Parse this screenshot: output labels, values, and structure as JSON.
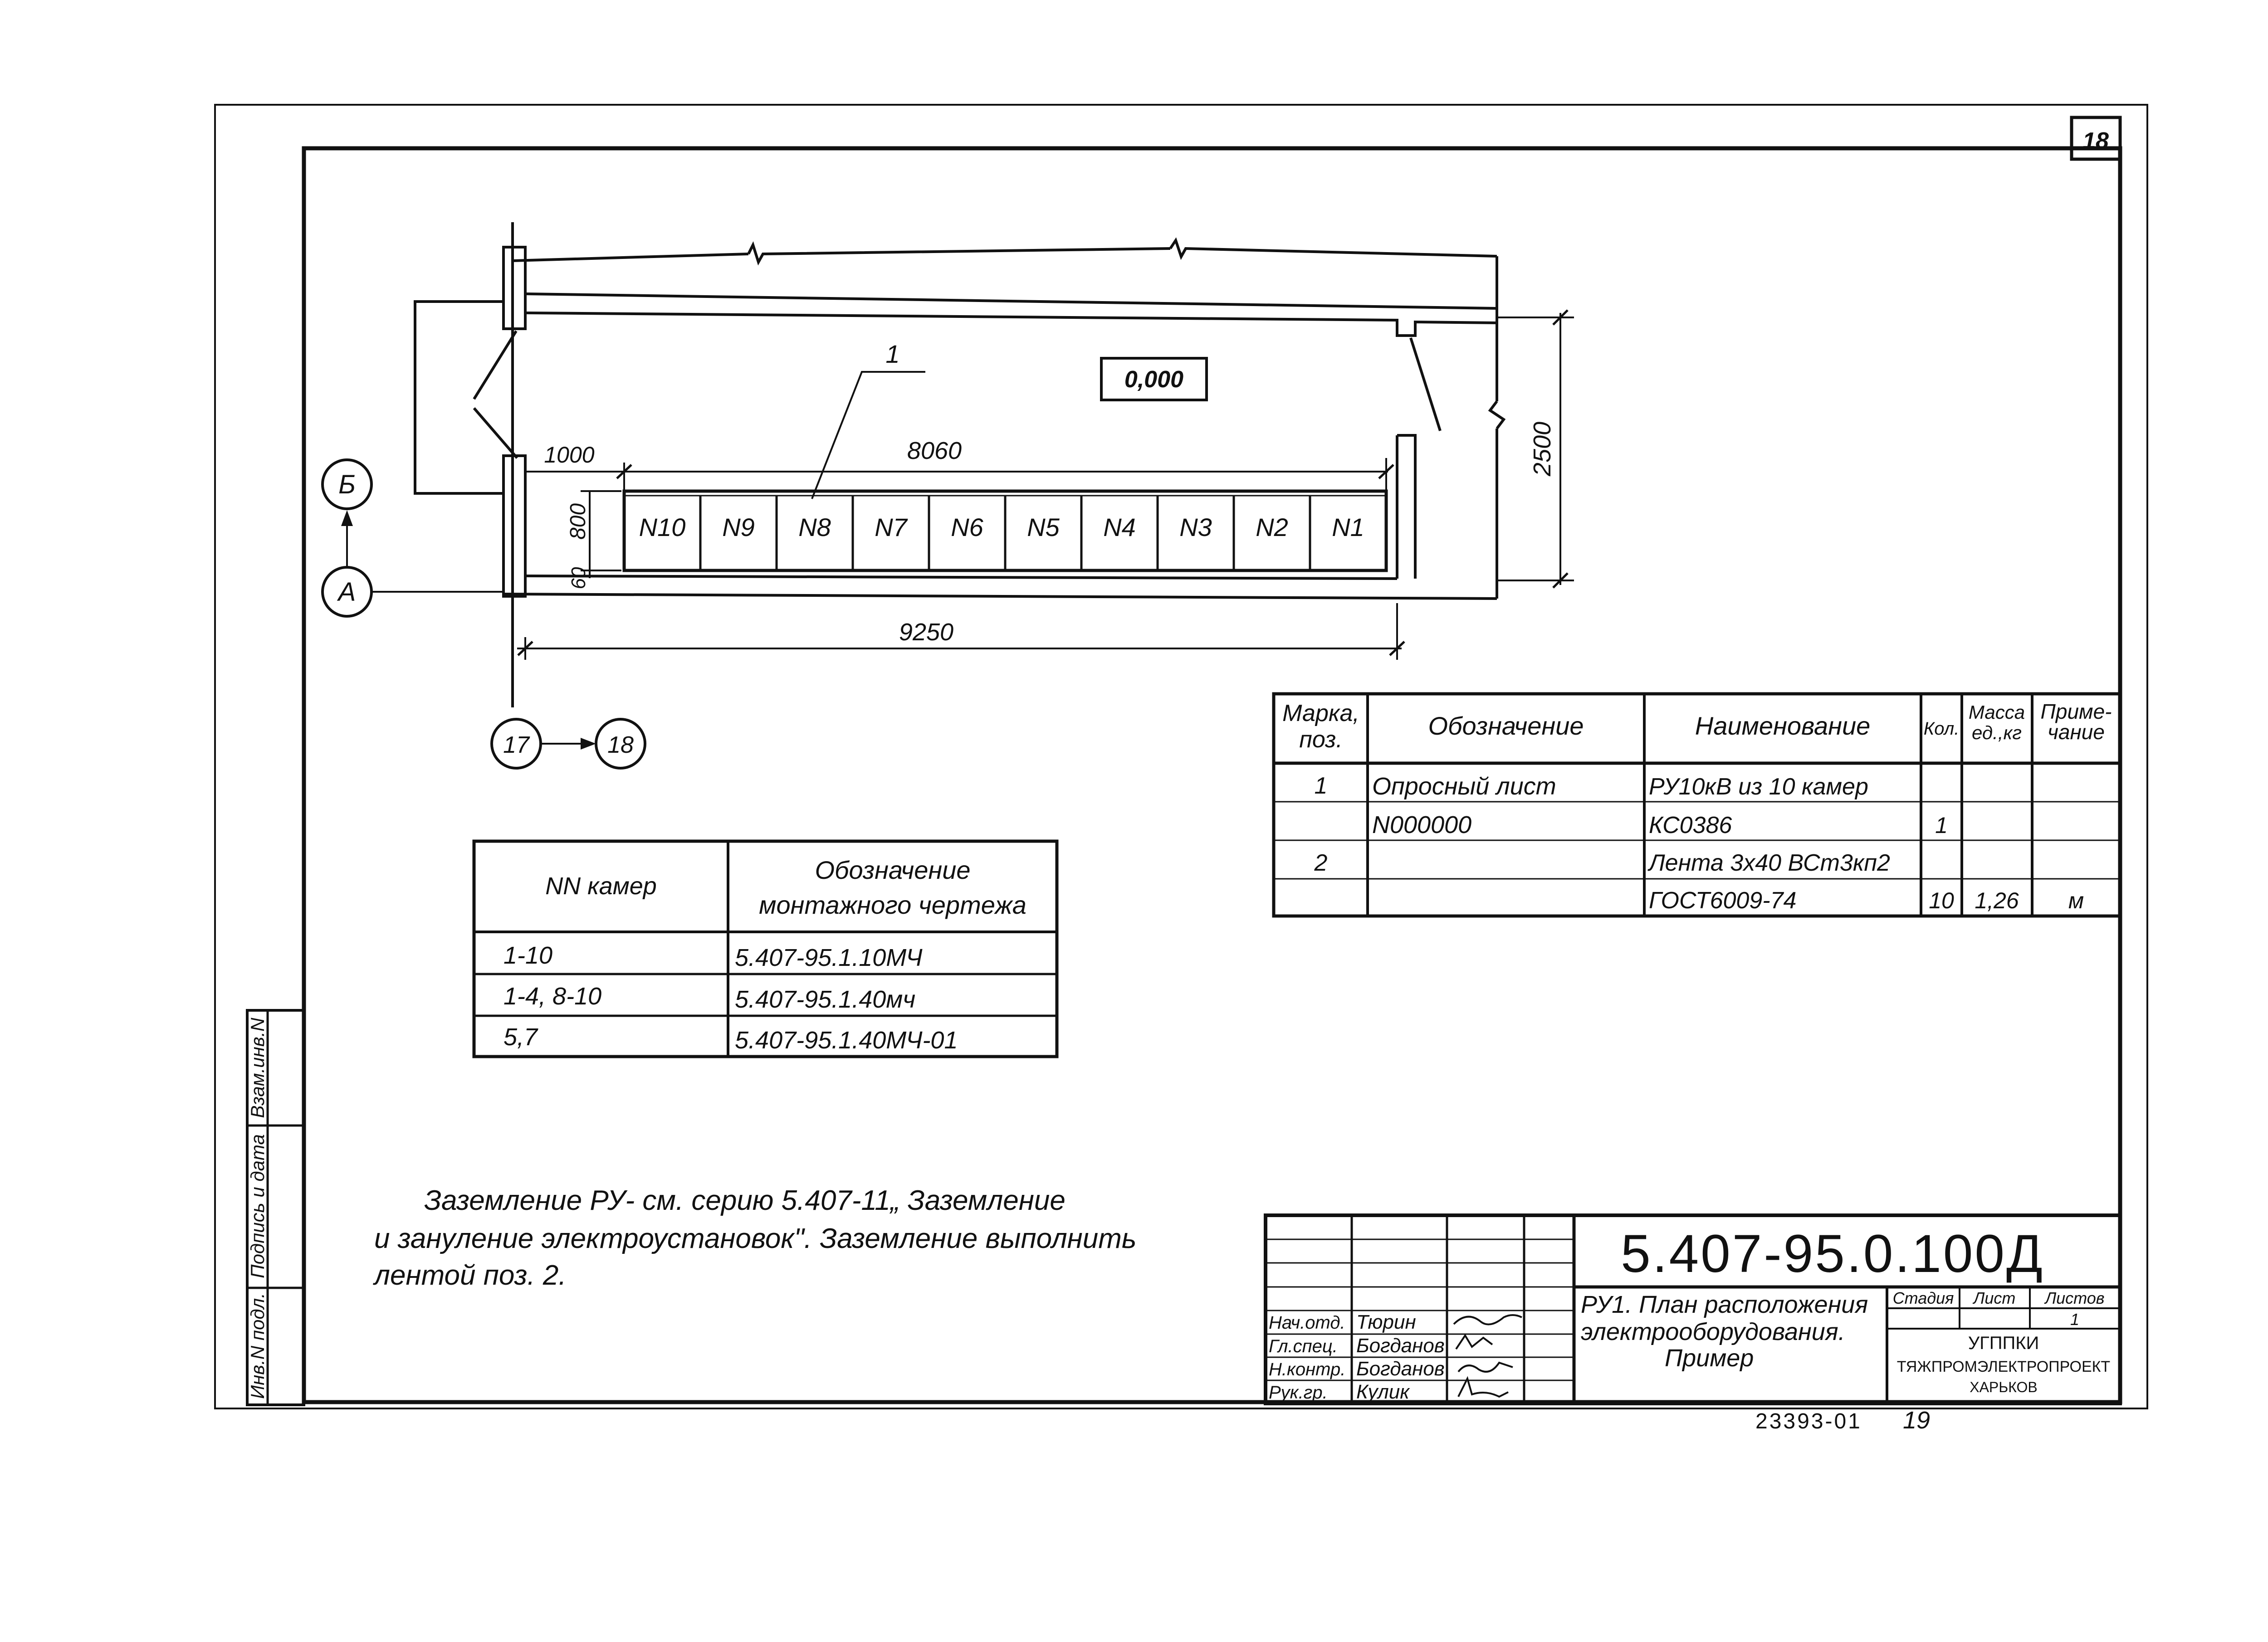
{
  "sheet_number": "18",
  "plan": {
    "elevation_mark": "0,000",
    "position_label": "1",
    "dims": {
      "left_offset": "1000",
      "cells_length": "8060",
      "cell_depth": "800",
      "gap": "60",
      "room_width": "2500",
      "total_length": "9250"
    },
    "cells": [
      "N10",
      "N9",
      "N8",
      "N7",
      "N6",
      "N5",
      "N4",
      "N3",
      "N2",
      "N1"
    ],
    "axes": {
      "b": "Б",
      "a": "А",
      "ax17": "17",
      "ax18": "18"
    }
  },
  "chambers_table": {
    "header_col1": "NN камер",
    "header_col2_line1": "Обозначение",
    "header_col2_line2": "монтажного чертежа",
    "rows": [
      {
        "chambers": "1-10",
        "drawing": "5.407-95.1.10МЧ"
      },
      {
        "chambers": "1-4, 8-10",
        "drawing": "5.407-95.1.40мч"
      },
      {
        "chambers": "5,7",
        "drawing": "5.407-95.1.40МЧ-01"
      }
    ]
  },
  "spec_table": {
    "headers": {
      "mark_l1": "Марка,",
      "mark_l2": "поз.",
      "designation": "Обозначение",
      "name": "Наименование",
      "qty": "Кол.",
      "mass_l1": "Масса",
      "mass_l2": "ед.,кг",
      "note_l1": "Приме-",
      "note_l2": "чание"
    },
    "rows": [
      {
        "mark": "1",
        "designation": "Опросный лист",
        "name": "РУ10кВ из 10 камер",
        "qty": "",
        "mass": "",
        "note": ""
      },
      {
        "mark": "",
        "designation": "N000000",
        "name": "КС0386",
        "qty": "1",
        "mass": "",
        "note": ""
      },
      {
        "mark": "2",
        "designation": "",
        "name": "Лента 3х40 ВСт3кп2",
        "qty": "",
        "mass": "",
        "note": ""
      },
      {
        "mark": "",
        "designation": "",
        "name": "ГОСТ6009-74",
        "qty": "10",
        "mass": "1,26",
        "note": "м"
      }
    ]
  },
  "note": {
    "line1": "Заземление РУ- см. серию 5.407-11„ Заземление",
    "line2": "и зануление электроустановок\". Заземление выполнить",
    "line3": "лентой поз. 2."
  },
  "title_block": {
    "code": "5.407-95.0.100Д",
    "title_l1": "РУ1. План расположения",
    "title_l2": "электрооборудования.",
    "title_l3": "Пример",
    "stage_label": "Стадия",
    "sheet_label": "Лист",
    "sheets_label": "Листов",
    "sheets_value": "1",
    "org_l1": "УГППКИ",
    "org_l2": "ТЯЖПРОМЭЛЕКТРОПРОЕКТ",
    "org_l3": "ХАРЬКОВ",
    "staff": [
      {
        "role": "Нач.отд.",
        "name": "Тюрин"
      },
      {
        "role": "Гл.спец.",
        "name": "Богданов"
      },
      {
        "role": "Н.контр.",
        "name": "Богданов"
      },
      {
        "role": "Рук.гр.",
        "name": "Кулик"
      }
    ]
  },
  "side_stamp": {
    "inv_podl": "Инв.N подл.",
    "podpis": "Подпись и дата",
    "vzam": "Взам.инв.N"
  },
  "footer": {
    "archive_no": "23393-01",
    "page": "19"
  }
}
